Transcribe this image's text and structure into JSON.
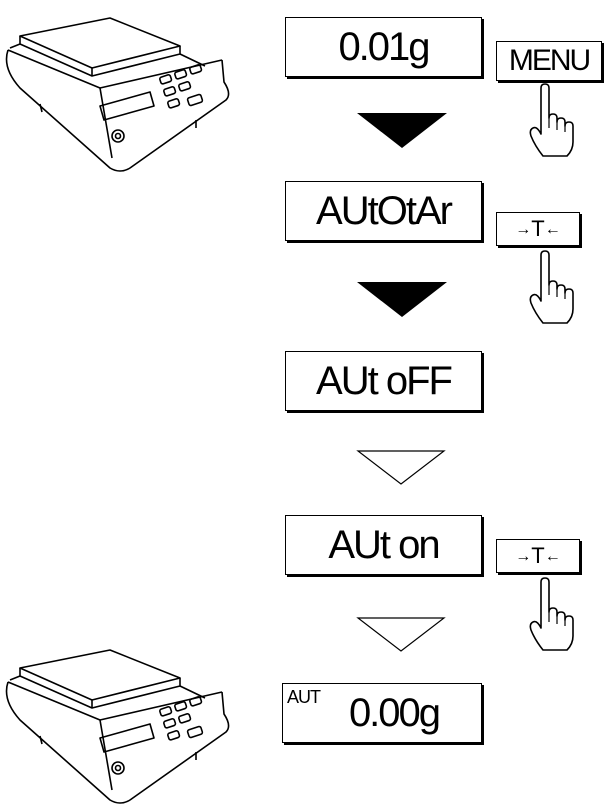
{
  "steps": [
    {
      "display": "0.01g"
    },
    {
      "display": "AUtOtAr"
    },
    {
      "display": "AUt oFF"
    },
    {
      "display": "AUt on"
    },
    {
      "display": "0.00g",
      "indicator": "AUT"
    }
  ],
  "keys": {
    "menu": "MENU",
    "tare_letter": "T",
    "tare_arrow_left": "→",
    "tare_arrow_right": "←"
  },
  "colors": {
    "stroke": "#000000",
    "background": "#ffffff"
  },
  "icons": [
    "scale-icon",
    "hand-pointer-icon",
    "arrow-down-filled-icon",
    "arrow-down-outline-icon"
  ]
}
